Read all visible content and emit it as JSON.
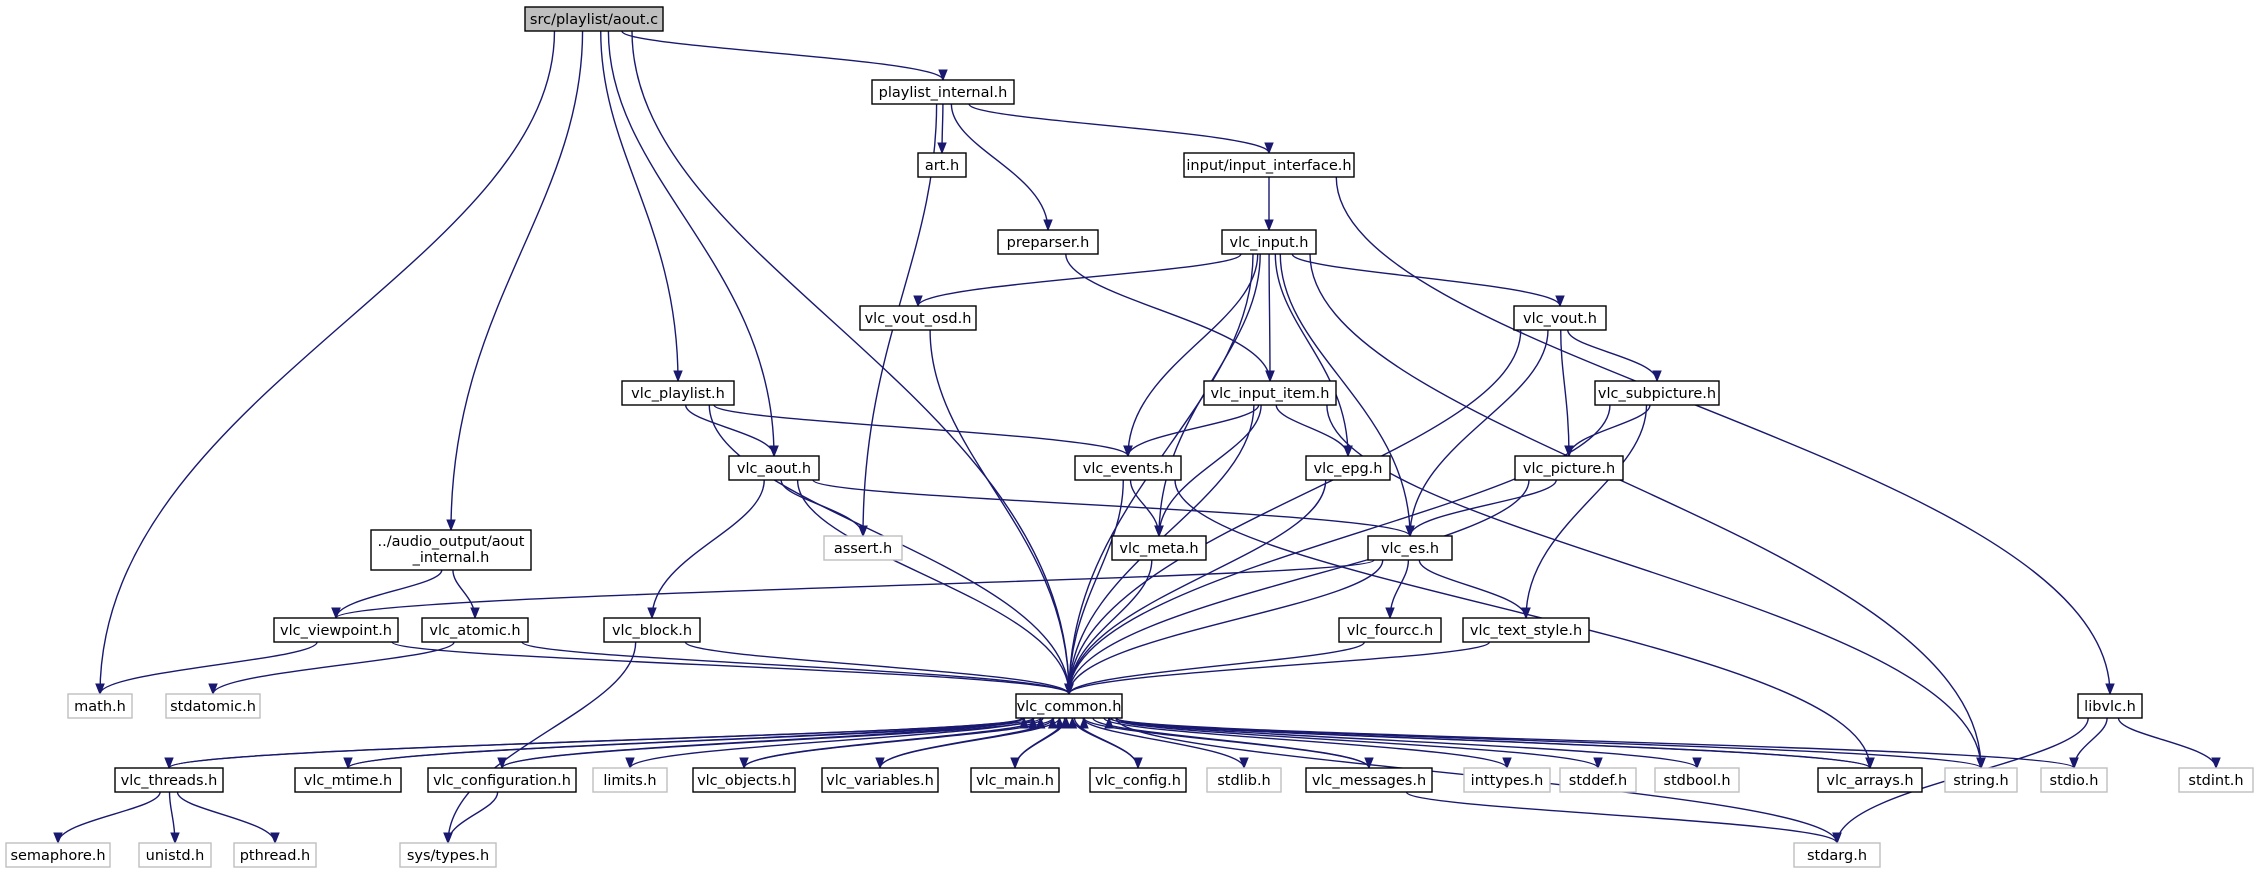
{
  "graph": {
    "nodes": [
      {
        "id": "aout_c",
        "label": "src/playlist/aout.c",
        "kind": "root"
      },
      {
        "id": "playlist_internal_h",
        "label": "playlist_internal.h",
        "kind": "header"
      },
      {
        "id": "art_h",
        "label": "art.h",
        "kind": "header"
      },
      {
        "id": "input_interface_h",
        "label": "input/input_interface.h",
        "kind": "header"
      },
      {
        "id": "preparser_h",
        "label": "preparser.h",
        "kind": "header"
      },
      {
        "id": "vlc_input_h",
        "label": "vlc_input.h",
        "kind": "header"
      },
      {
        "id": "vlc_vout_osd_h",
        "label": "vlc_vout_osd.h",
        "kind": "header"
      },
      {
        "id": "vlc_vout_h",
        "label": "vlc_vout.h",
        "kind": "header"
      },
      {
        "id": "vlc_playlist_h",
        "label": "vlc_playlist.h",
        "kind": "header"
      },
      {
        "id": "vlc_input_item_h",
        "label": "vlc_input_item.h",
        "kind": "header"
      },
      {
        "id": "vlc_subpicture_h",
        "label": "vlc_subpicture.h",
        "kind": "header"
      },
      {
        "id": "vlc_aout_h",
        "label": "vlc_aout.h",
        "kind": "header"
      },
      {
        "id": "vlc_events_h",
        "label": "vlc_events.h",
        "kind": "header"
      },
      {
        "id": "vlc_epg_h",
        "label": "vlc_epg.h",
        "kind": "header"
      },
      {
        "id": "vlc_picture_h",
        "label": "vlc_picture.h",
        "kind": "header"
      },
      {
        "id": "aout_internal_h",
        "label": "../audio_output/aout_internal.h",
        "lines": [
          "../audio_output/aout",
          "_internal.h"
        ],
        "kind": "header"
      },
      {
        "id": "assert_h",
        "label": "assert.h",
        "kind": "system"
      },
      {
        "id": "vlc_meta_h",
        "label": "vlc_meta.h",
        "kind": "header"
      },
      {
        "id": "vlc_es_h",
        "label": "vlc_es.h",
        "kind": "header"
      },
      {
        "id": "vlc_viewpoint_h",
        "label": "vlc_viewpoint.h",
        "kind": "header"
      },
      {
        "id": "vlc_atomic_h",
        "label": "vlc_atomic.h",
        "kind": "header"
      },
      {
        "id": "vlc_block_h",
        "label": "vlc_block.h",
        "kind": "header"
      },
      {
        "id": "vlc_fourcc_h",
        "label": "vlc_fourcc.h",
        "kind": "header"
      },
      {
        "id": "vlc_text_style_h",
        "label": "vlc_text_style.h",
        "kind": "header"
      },
      {
        "id": "math_h",
        "label": "math.h",
        "kind": "system"
      },
      {
        "id": "stdatomic_h",
        "label": "stdatomic.h",
        "kind": "system"
      },
      {
        "id": "vlc_common_h",
        "label": "vlc_common.h",
        "kind": "header"
      },
      {
        "id": "libvlc_h",
        "label": "libvlc.h",
        "kind": "header"
      },
      {
        "id": "vlc_threads_h",
        "label": "vlc_threads.h",
        "kind": "header"
      },
      {
        "id": "vlc_mtime_h",
        "label": "vlc_mtime.h",
        "kind": "header"
      },
      {
        "id": "vlc_configuration_h",
        "label": "vlc_configuration.h",
        "kind": "header"
      },
      {
        "id": "limits_h",
        "label": "limits.h",
        "kind": "system"
      },
      {
        "id": "vlc_objects_h",
        "label": "vlc_objects.h",
        "kind": "header"
      },
      {
        "id": "vlc_variables_h",
        "label": "vlc_variables.h",
        "kind": "header"
      },
      {
        "id": "vlc_main_h",
        "label": "vlc_main.h",
        "kind": "header"
      },
      {
        "id": "vlc_config_h",
        "label": "vlc_config.h",
        "kind": "header"
      },
      {
        "id": "stdlib_h",
        "label": "stdlib.h",
        "kind": "system"
      },
      {
        "id": "vlc_messages_h",
        "label": "vlc_messages.h",
        "kind": "header"
      },
      {
        "id": "inttypes_h",
        "label": "inttypes.h",
        "kind": "system"
      },
      {
        "id": "stddef_h",
        "label": "stddef.h",
        "kind": "system"
      },
      {
        "id": "stdbool_h",
        "label": "stdbool.h",
        "kind": "system"
      },
      {
        "id": "vlc_arrays_h",
        "label": "vlc_arrays.h",
        "kind": "header"
      },
      {
        "id": "string_h",
        "label": "string.h",
        "kind": "system"
      },
      {
        "id": "stdio_h",
        "label": "stdio.h",
        "kind": "system"
      },
      {
        "id": "stdint_h",
        "label": "stdint.h",
        "kind": "system"
      },
      {
        "id": "semaphore_h",
        "label": "semaphore.h",
        "kind": "system"
      },
      {
        "id": "unistd_h",
        "label": "unistd.h",
        "kind": "system"
      },
      {
        "id": "pthread_h",
        "label": "pthread.h",
        "kind": "system"
      },
      {
        "id": "sys_types_h",
        "label": "sys/types.h",
        "kind": "system"
      },
      {
        "id": "stdarg_h",
        "label": "stdarg.h",
        "kind": "system"
      }
    ],
    "edges": [
      [
        "aout_c",
        "math_h"
      ],
      [
        "aout_c",
        "aout_internal_h"
      ],
      [
        "aout_c",
        "vlc_common_h"
      ],
      [
        "aout_c",
        "vlc_playlist_h"
      ],
      [
        "aout_c",
        "vlc_aout_h"
      ],
      [
        "aout_c",
        "playlist_internal_h"
      ],
      [
        "playlist_internal_h",
        "art_h"
      ],
      [
        "playlist_internal_h",
        "assert_h"
      ],
      [
        "playlist_internal_h",
        "preparser_h"
      ],
      [
        "playlist_internal_h",
        "input_interface_h"
      ],
      [
        "input_interface_h",
        "vlc_input_h"
      ],
      [
        "input_interface_h",
        "libvlc_h"
      ],
      [
        "preparser_h",
        "vlc_input_item_h"
      ],
      [
        "vlc_input_h",
        "vlc_vout_osd_h"
      ],
      [
        "vlc_input_h",
        "vlc_common_h"
      ],
      [
        "vlc_input_h",
        "vlc_meta_h"
      ],
      [
        "vlc_input_h",
        "vlc_events_h"
      ],
      [
        "vlc_input_h",
        "vlc_input_item_h"
      ],
      [
        "vlc_input_h",
        "vlc_epg_h"
      ],
      [
        "vlc_input_h",
        "vlc_es_h"
      ],
      [
        "vlc_input_h",
        "vlc_vout_h"
      ],
      [
        "vlc_input_h",
        "string_h"
      ],
      [
        "vlc_vout_osd_h",
        "vlc_common_h"
      ],
      [
        "vlc_vout_h",
        "vlc_es_h"
      ],
      [
        "vlc_vout_h",
        "vlc_picture_h"
      ],
      [
        "vlc_vout_h",
        "vlc_subpicture_h"
      ],
      [
        "vlc_vout_h",
        "vlc_common_h"
      ],
      [
        "vlc_subpicture_h",
        "vlc_picture_h"
      ],
      [
        "vlc_subpicture_h",
        "vlc_text_style_h"
      ],
      [
        "vlc_subpicture_h",
        "vlc_common_h"
      ],
      [
        "vlc_playlist_h",
        "vlc_aout_h"
      ],
      [
        "vlc_playlist_h",
        "vlc_events_h"
      ],
      [
        "vlc_playlist_h",
        "vlc_common_h"
      ],
      [
        "vlc_input_item_h",
        "vlc_events_h"
      ],
      [
        "vlc_input_item_h",
        "vlc_epg_h"
      ],
      [
        "vlc_input_item_h",
        "vlc_meta_h"
      ],
      [
        "vlc_input_item_h",
        "vlc_common_h"
      ],
      [
        "vlc_input_item_h",
        "string_h"
      ],
      [
        "vlc_aout_h",
        "assert_h"
      ],
      [
        "vlc_aout_h",
        "vlc_es_h"
      ],
      [
        "vlc_aout_h",
        "vlc_block_h"
      ],
      [
        "vlc_aout_h",
        "vlc_common_h"
      ],
      [
        "vlc_events_h",
        "vlc_meta_h"
      ],
      [
        "vlc_events_h",
        "vlc_common_h"
      ],
      [
        "vlc_events_h",
        "vlc_arrays_h"
      ],
      [
        "vlc_epg_h",
        "vlc_common_h"
      ],
      [
        "vlc_picture_h",
        "vlc_es_h"
      ],
      [
        "vlc_picture_h",
        "vlc_common_h"
      ],
      [
        "aout_internal_h",
        "vlc_viewpoint_h"
      ],
      [
        "aout_internal_h",
        "vlc_atomic_h"
      ],
      [
        "vlc_meta_h",
        "vlc_common_h"
      ],
      [
        "vlc_es_h",
        "vlc_viewpoint_h"
      ],
      [
        "vlc_es_h",
        "vlc_fourcc_h"
      ],
      [
        "vlc_es_h",
        "vlc_text_style_h"
      ],
      [
        "vlc_es_h",
        "vlc_common_h"
      ],
      [
        "vlc_viewpoint_h",
        "math_h"
      ],
      [
        "vlc_viewpoint_h",
        "vlc_common_h"
      ],
      [
        "vlc_atomic_h",
        "stdatomic_h"
      ],
      [
        "vlc_atomic_h",
        "vlc_common_h"
      ],
      [
        "vlc_block_h",
        "sys_types_h"
      ],
      [
        "vlc_block_h",
        "vlc_common_h"
      ],
      [
        "vlc_fourcc_h",
        "vlc_common_h"
      ],
      [
        "vlc_text_style_h",
        "vlc_common_h"
      ],
      [
        "vlc_common_h",
        "vlc_threads_h"
      ],
      [
        "vlc_common_h",
        "vlc_mtime_h"
      ],
      [
        "vlc_common_h",
        "vlc_configuration_h"
      ],
      [
        "vlc_common_h",
        "limits_h"
      ],
      [
        "vlc_common_h",
        "vlc_objects_h"
      ],
      [
        "vlc_common_h",
        "vlc_variables_h"
      ],
      [
        "vlc_common_h",
        "vlc_main_h"
      ],
      [
        "vlc_common_h",
        "vlc_config_h"
      ],
      [
        "vlc_common_h",
        "stdlib_h"
      ],
      [
        "vlc_common_h",
        "vlc_messages_h"
      ],
      [
        "vlc_common_h",
        "inttypes_h"
      ],
      [
        "vlc_common_h",
        "stddef_h"
      ],
      [
        "vlc_common_h",
        "stdbool_h"
      ],
      [
        "vlc_common_h",
        "vlc_arrays_h"
      ],
      [
        "vlc_common_h",
        "string_h"
      ],
      [
        "vlc_common_h",
        "stdio_h"
      ],
      [
        "vlc_common_h",
        "stdarg_h"
      ],
      [
        "vlc_threads_h",
        "vlc_common_h"
      ],
      [
        "vlc_mtime_h",
        "vlc_common_h"
      ],
      [
        "vlc_configuration_h",
        "vlc_common_h"
      ],
      [
        "vlc_objects_h",
        "vlc_common_h"
      ],
      [
        "vlc_variables_h",
        "vlc_common_h"
      ],
      [
        "vlc_main_h",
        "vlc_common_h"
      ],
      [
        "vlc_config_h",
        "vlc_common_h"
      ],
      [
        "vlc_messages_h",
        "vlc_common_h"
      ],
      [
        "vlc_arrays_h",
        "vlc_common_h"
      ],
      [
        "vlc_threads_h",
        "semaphore_h"
      ],
      [
        "vlc_threads_h",
        "unistd_h"
      ],
      [
        "vlc_threads_h",
        "pthread_h"
      ],
      [
        "vlc_configuration_h",
        "sys_types_h"
      ],
      [
        "vlc_messages_h",
        "stdarg_h"
      ],
      [
        "libvlc_h",
        "stdio_h"
      ],
      [
        "libvlc_h",
        "stdint_h"
      ],
      [
        "libvlc_h",
        "stdarg_h"
      ]
    ]
  },
  "colors": {
    "edge": "#191970",
    "node_border": "#000000",
    "system_border": "#bfbfbf",
    "root_fill": "#bfbfbf",
    "background": "#ffffff"
  }
}
